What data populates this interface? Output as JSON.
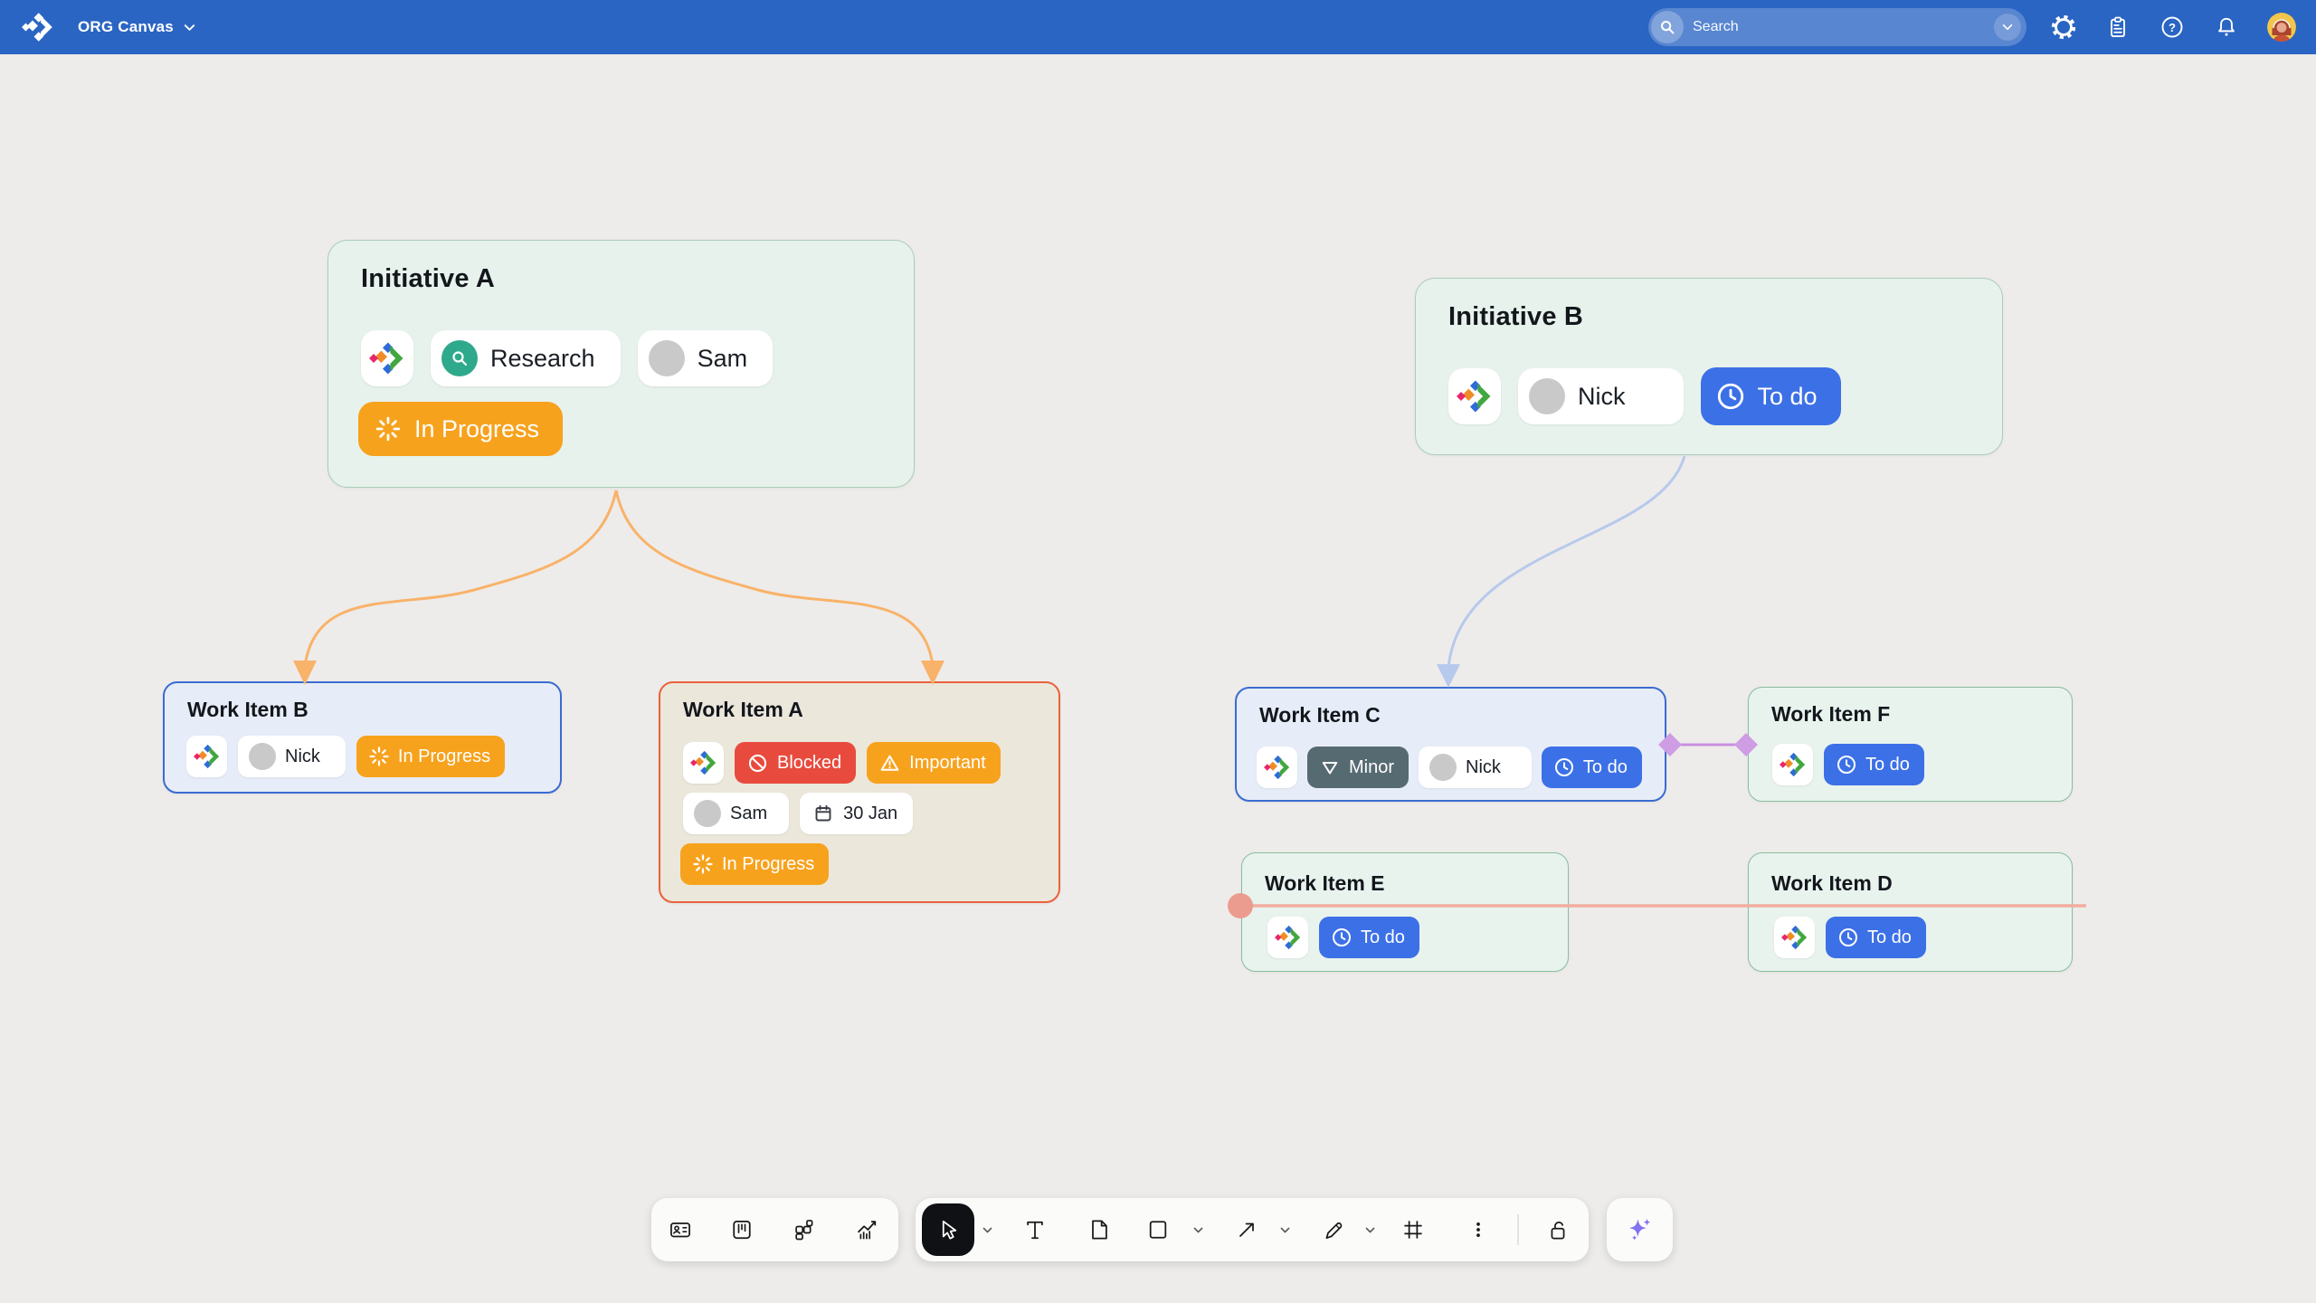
{
  "app": {
    "name": "ORG Canvas"
  },
  "header": {
    "board_title": "ORG Canvas",
    "search_placeholder": "Search",
    "icons": [
      "app-logo",
      "search",
      "dropdown-chevron",
      "settings-gear",
      "clipboard",
      "help",
      "notifications-bell",
      "avatar"
    ]
  },
  "cards": {
    "initiative_a": {
      "title": "Initiative A",
      "tag": "Research",
      "assignee": "Sam",
      "status": "In Progress"
    },
    "initiative_b": {
      "title": "Initiative B",
      "assignee": "Nick",
      "status": "To do"
    },
    "work_item_b": {
      "title": "Work Item B",
      "assignee": "Nick",
      "status": "In Progress"
    },
    "work_item_a": {
      "title": "Work Item A",
      "flag_blocked": "Blocked",
      "flag_important": "Important",
      "assignee": "Sam",
      "due_date": "30 Jan",
      "status": "In Progress"
    },
    "work_item_c": {
      "title": "Work Item C",
      "priority": "Minor",
      "assignee": "Nick",
      "status": "To do"
    },
    "work_item_f": {
      "title": "Work Item F",
      "status": "To do"
    },
    "work_item_e": {
      "title": "Work Item E",
      "status": "To do"
    },
    "work_item_d": {
      "title": "Work Item D",
      "status": "To do"
    }
  },
  "connectors": [
    {
      "from": "Initiative A",
      "to": "Work Item B",
      "style": "curved-arrow",
      "color": "#F9B269"
    },
    {
      "from": "Initiative A",
      "to": "Work Item A",
      "style": "curved-arrow",
      "color": "#F9B269"
    },
    {
      "from": "Initiative B",
      "to": "Work Item C",
      "style": "curved-arrow",
      "color": "#B7C9EC"
    },
    {
      "from": "Work Item C",
      "to": "Work Item F",
      "style": "diamond-ends",
      "color": "#C98FE0"
    },
    {
      "from": "Work Item E",
      "to": "right",
      "style": "line-circle-start",
      "color": "#F2ADA0"
    }
  ],
  "toolbar": {
    "group1": [
      "id-card",
      "kanban-board",
      "widgets",
      "analytics-chart"
    ],
    "group2": [
      "select-cursor (active)",
      "select-options-chevron",
      "text-tool",
      "document-tool",
      "shape-square",
      "shape-options-chevron",
      "arrow-tool",
      "arrow-options-chevron",
      "pencil-tool",
      "pencil-options-chevron",
      "frame-tool",
      "more-kebab",
      "lock-open"
    ],
    "group3": [
      "ai-sparkle"
    ]
  },
  "colors": {
    "header_bg": "#2A65C3",
    "canvas_bg": "#EDECEA",
    "status_orange": "#F7A21D",
    "status_red": "#E84B3E",
    "status_blue": "#3C70E6",
    "priority_slate": "#566A72",
    "tag_teal": "#2EA98B",
    "initiative_card_bg": "#E8F2EC",
    "initiative_card_border": "#A9CDB8",
    "work_card_green_bg": "#E9F3EE",
    "work_card_green_border": "#8ABD9F",
    "work_card_blue_bg": "#E7EDF8",
    "work_card_blue_border": "#3A6BD1",
    "work_card_beige_bg": "#ECE7DB",
    "work_card_beige_border": "#EB613C",
    "connector_orange": "#F9B269",
    "connector_blue": "#B7C9EC",
    "connector_purple": "#C98FE0",
    "connector_salmon": "#F2ADA0",
    "ai_purple": "#8273EE"
  }
}
